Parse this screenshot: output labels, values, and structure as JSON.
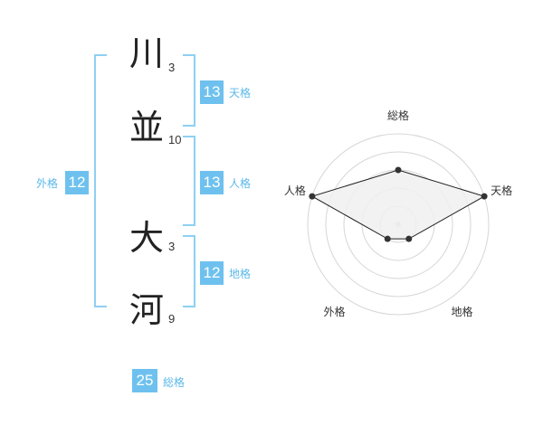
{
  "characters": [
    {
      "char": "川",
      "strokes": "3"
    },
    {
      "char": "並",
      "strokes": "10"
    },
    {
      "char": "大",
      "strokes": "3"
    },
    {
      "char": "河",
      "strokes": "9"
    }
  ],
  "fortunes": {
    "tenkaku": {
      "label": "天格",
      "value": "13"
    },
    "jinkaku": {
      "label": "人格",
      "value": "13"
    },
    "chikaku": {
      "label": "地格",
      "value": "12"
    },
    "gaikaku": {
      "label": "外格",
      "value": "12"
    },
    "soukaku": {
      "label": "総格",
      "value": "25"
    }
  },
  "chart_data": {
    "type": "radar",
    "axes": [
      "総格",
      "天格",
      "地格",
      "外格",
      "人格"
    ],
    "values": [
      3,
      5,
      1,
      1,
      5
    ],
    "rmax": 5,
    "rings": 5,
    "grid": true
  },
  "colors": {
    "accent": "#6ec1ee",
    "bracket": "#8ed0f2",
    "ring": "#d6d6d6",
    "polygon_fill": "#f0f0f0",
    "polygon_stroke": "#222222"
  }
}
